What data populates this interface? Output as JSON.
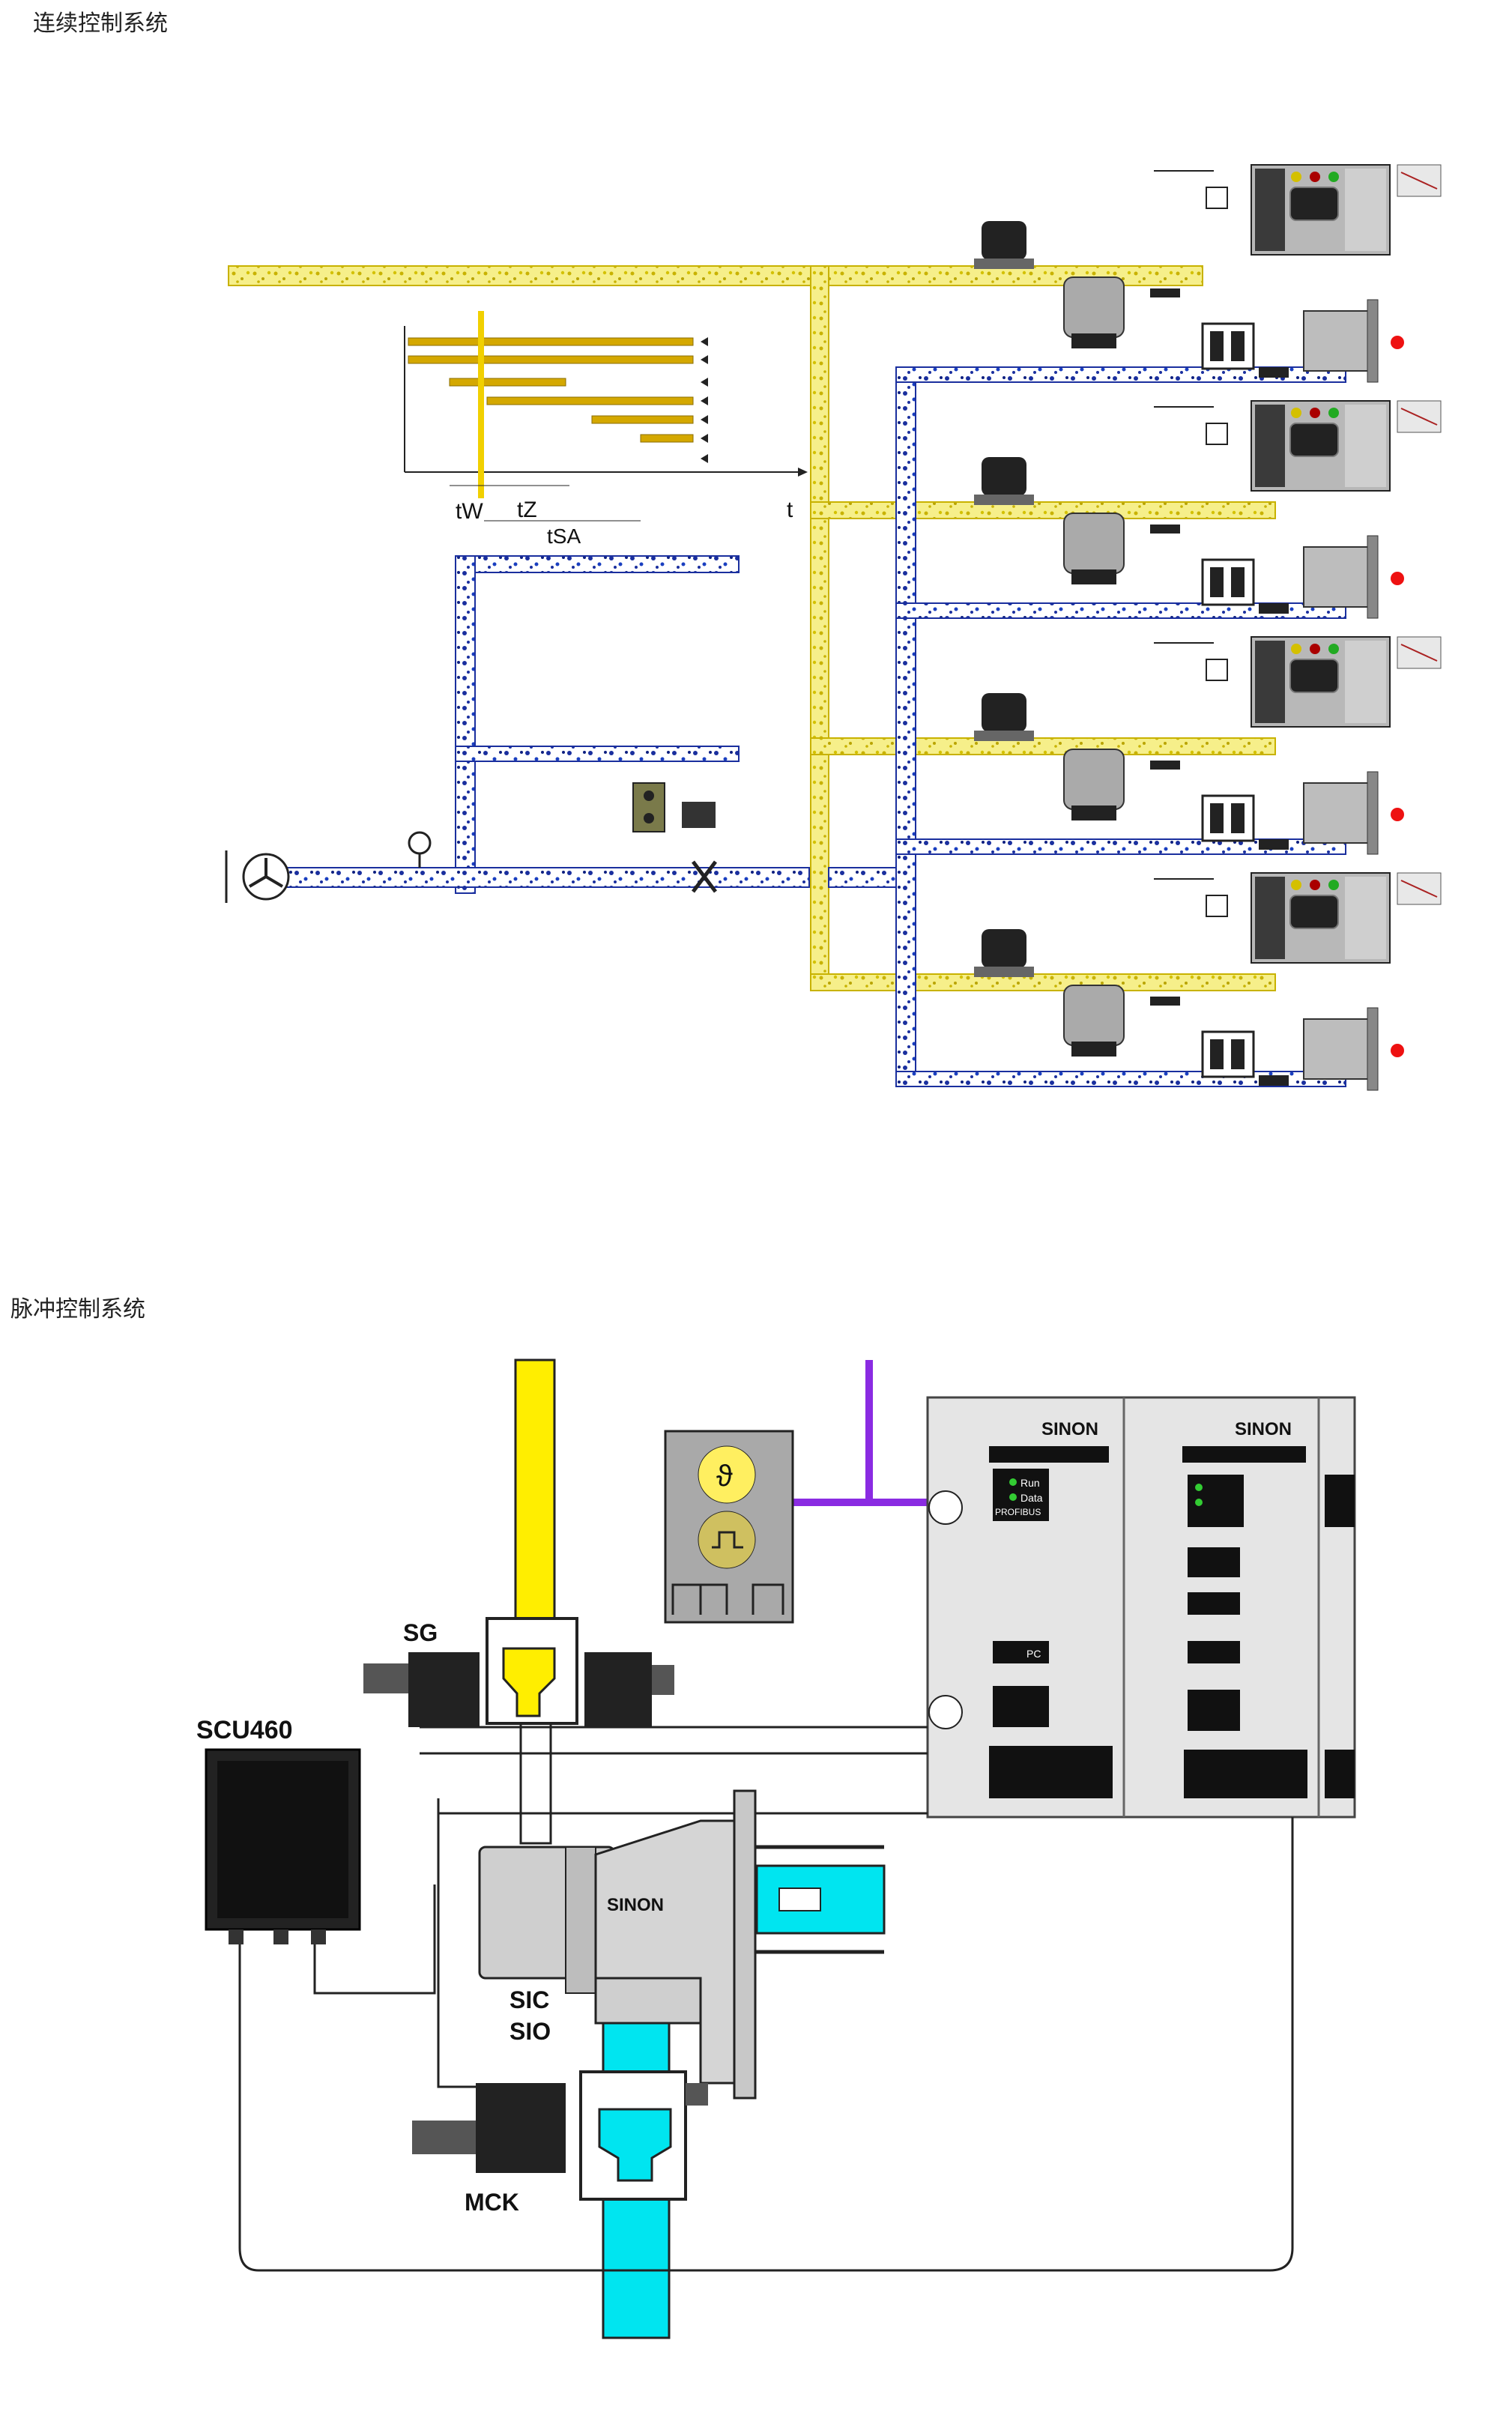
{
  "section1": {
    "title": "连续控制系统"
  },
  "section2": {
    "title": "脉冲控制系统"
  },
  "timing": {
    "labels": [
      "tW",
      "tZ",
      "tSA",
      "t"
    ]
  },
  "pulse": {
    "labels": {
      "sg": "SG",
      "scu": "SCU460",
      "sic": "SIC",
      "sio": "SIO",
      "mck": "MCK"
    },
    "rack": {
      "brand": "SINON",
      "leds": [
        "Run",
        "Data"
      ],
      "bus": "PROFIBUS",
      "pc": "PC"
    },
    "burner_brand": "SINON"
  },
  "colors": {
    "gas": "#f2e860",
    "air": "#1a2f9e",
    "gas_bright": "#ffee00",
    "air_bright": "#00e5f0",
    "bus": "#8a2be2",
    "housing": "#d9d9d9"
  }
}
